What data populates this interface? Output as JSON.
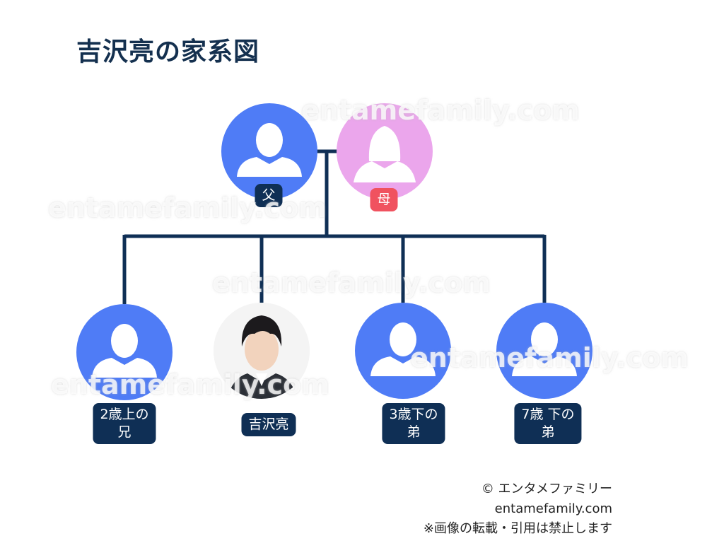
{
  "title": "吉沢亮の家系図",
  "people": {
    "father": {
      "label": "父"
    },
    "mother": {
      "label": "母"
    },
    "elder_brother": {
      "label": "2歳上の\n兄"
    },
    "self": {
      "label": "吉沢亮"
    },
    "younger_brother_1": {
      "label": "3歳下の\n弟"
    },
    "younger_brother_2": {
      "label": "7歳 下の\n弟"
    }
  },
  "watermark_text": "entamefamily.com",
  "footer": {
    "line1": "© エンタメファミリー",
    "line2": "entamefamily.com",
    "line3": "※画像の転載・引用は禁止します"
  },
  "colors": {
    "title": "#14304f",
    "line": "#0f2f55",
    "label_bg": "#0f2f55",
    "mother_label_bg": "#f0525f",
    "male_avatar": "#4f7cf6",
    "female_avatar": "#eba6ec"
  },
  "icons": [
    "male-silhouette-icon",
    "female-silhouette-icon"
  ]
}
